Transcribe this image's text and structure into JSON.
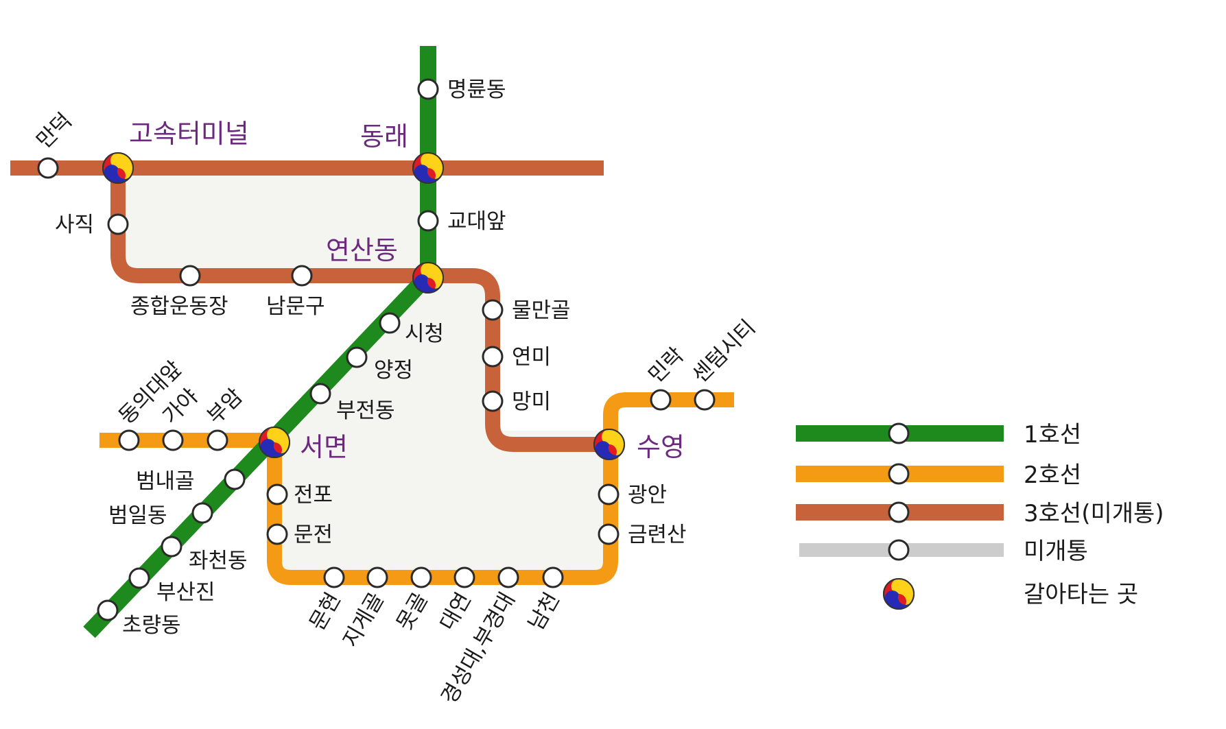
{
  "colors": {
    "line1": "#1e8a1e",
    "line2": "#f59a14",
    "line3": "#c8623a",
    "unopened": "#cccccc",
    "area": "#f4f5f0",
    "transfer_red": "#e01b22",
    "transfer_blue": "#1c2bbd",
    "transfer_yellow": "#ffd21a"
  },
  "transfers": {
    "gosok": "고속터미널",
    "dongnae": "동래",
    "yeonsan": "연산동",
    "seomyeon": "서면",
    "suyeong": "수영"
  },
  "stations": {
    "mandeok": "만덕",
    "sajik": "사직",
    "myeongnyun": "명륜동",
    "gyodae": "교대앞",
    "jonghap": "종합운동장",
    "namgu": "남문구",
    "mulmangol": "물만골",
    "yeonmi": "연미",
    "mangmi": "망미",
    "sicheong": "시청",
    "yangjeong": "양정",
    "bujeon": "부전동",
    "dongeui": "동의대앞",
    "gaya": "가야",
    "bueam": "부암",
    "beomnaegol": "범내골",
    "beomil": "범일동",
    "jwacheon": "좌천동",
    "busanjin": "부산진",
    "choryang": "초량동",
    "jeonpo": "전포",
    "munjeon": "문전",
    "munhyeon": "문현",
    "jigegol": "지게골",
    "motgol": "못골",
    "daeyeon": "대연",
    "kyungsung": "경성대,부경대",
    "namcheon": "남천",
    "gwangan": "광안",
    "geumnyeonsan": "금련산",
    "minrak": "민락",
    "centum": "센텀시티"
  },
  "legend": {
    "line1": "1호선",
    "line2": "2호선",
    "line3": "3호선(미개통)",
    "unopened": "미개통",
    "transfer": "갈아타는 곳"
  }
}
